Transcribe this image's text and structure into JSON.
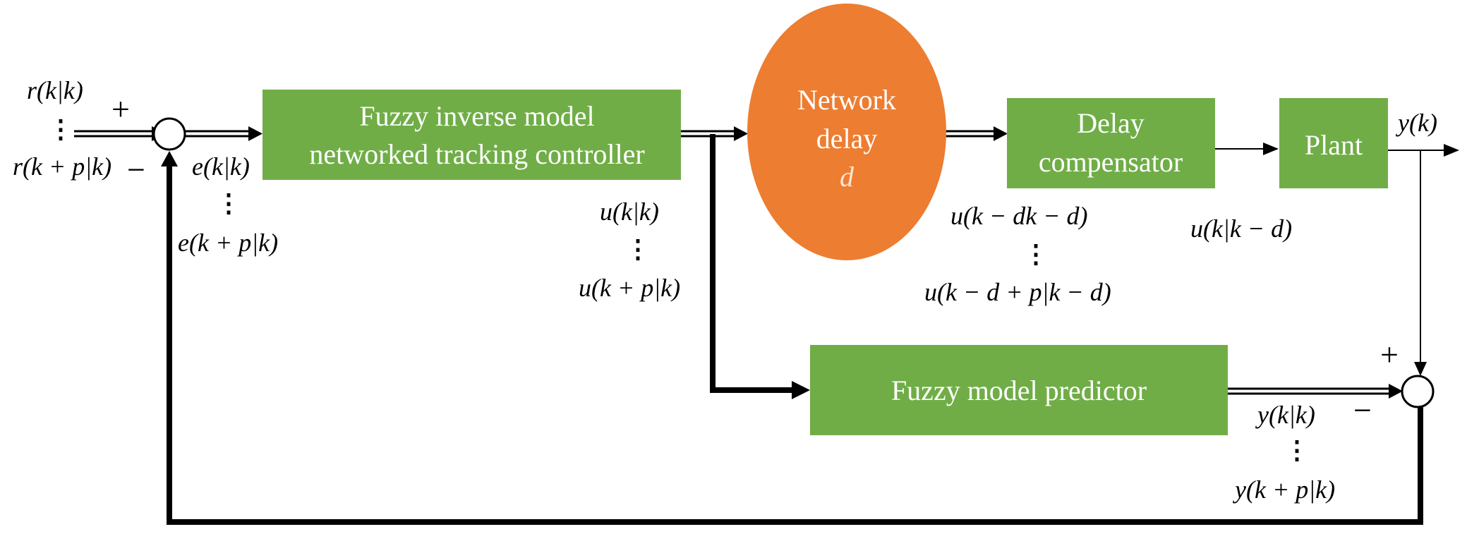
{
  "blocks": {
    "controller_line1": "Fuzzy inverse model",
    "controller_line2": "networked tracking controller",
    "network_delay_line1": "Network",
    "network_delay_line2": "delay",
    "network_delay_var": "d",
    "compensator_line1": "Delay",
    "compensator_line2": "compensator",
    "plant": "Plant",
    "predictor": "Fuzzy model predictor"
  },
  "signals": {
    "r_first": "r(k|k)",
    "r_last": "r(k + p|k)",
    "e_first": "e(k|k)",
    "e_last": "e(k + p|k)",
    "u_first": "u(k|k)",
    "u_last": "u(k + p|k)",
    "ud_first": "u(k − dk − d)",
    "ud_last": "u(k − d + p|k − d)",
    "u_comp": "u(k|k − d)",
    "y_out": "y(k)",
    "yhat_first": "y(k|k)",
    "yhat_last": "y(k + p|k)",
    "ellipsis": "⋮"
  },
  "signs": {
    "sum1_plus": "+",
    "sum1_minus": "−",
    "sum2_plus": "+",
    "sum2_minus": "−"
  },
  "colors": {
    "block_green": "#70ad47",
    "delay_orange": "#ed7d31",
    "network_delay_var_color": "#fbe5d6"
  }
}
